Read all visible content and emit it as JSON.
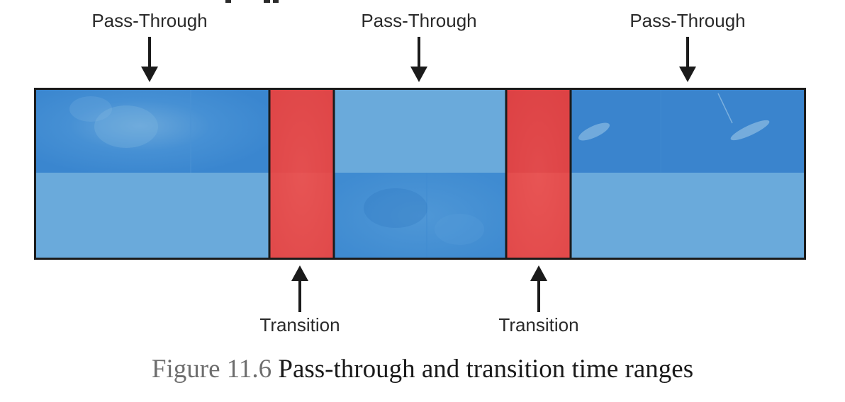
{
  "labels": {
    "pass_through_1": "Pass-Through",
    "pass_through_2": "Pass-Through",
    "pass_through_3": "Pass-Through",
    "transition_1": "Transition",
    "transition_2": "Transition"
  },
  "caption": {
    "number": "Figure 11.6",
    "text": "Pass-through and transition time ranges"
  },
  "colors": {
    "media_blue_dark": "#3a86cf",
    "media_blue_light": "#6aaadb",
    "transition_red": "#e2484a",
    "border": "#1b1b1b",
    "caption_number": "#6e6e6e"
  }
}
